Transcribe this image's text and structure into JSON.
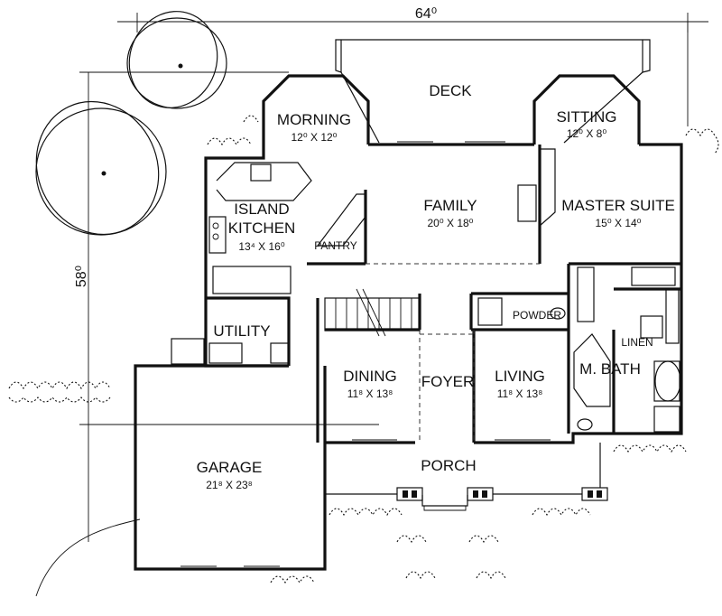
{
  "dimensions": {
    "width": "64⁰",
    "depth": "58⁰"
  },
  "rooms": {
    "deck": {
      "name": "DECK"
    },
    "morning": {
      "name": "MORNING",
      "size": "12⁰ X 12⁰"
    },
    "sitting": {
      "name": "SITTING",
      "size": "12⁰ X 8⁰"
    },
    "island_kitchen": {
      "name1": "ISLAND",
      "name2": "KITCHEN",
      "size": "13⁴ X 16⁰"
    },
    "family": {
      "name": "FAMILY",
      "size": "20⁰ X 18⁰"
    },
    "master_suite": {
      "name": "MASTER SUITE",
      "size": "15⁰ X 14⁰"
    },
    "pantry": {
      "name": "PANTRY"
    },
    "utility": {
      "name": "UTILITY"
    },
    "powder": {
      "name": "POWDER"
    },
    "linen": {
      "name": "LINEN"
    },
    "master_bath": {
      "name": "M. BATH"
    },
    "dining": {
      "name": "DINING",
      "size": "11⁸ X 13⁸"
    },
    "foyer": {
      "name": "FOYER"
    },
    "living": {
      "name": "LIVING",
      "size": "11⁸ X 13⁸"
    },
    "garage": {
      "name": "GARAGE",
      "size": "21⁸ X 23⁸"
    },
    "porch": {
      "name": "PORCH"
    }
  }
}
